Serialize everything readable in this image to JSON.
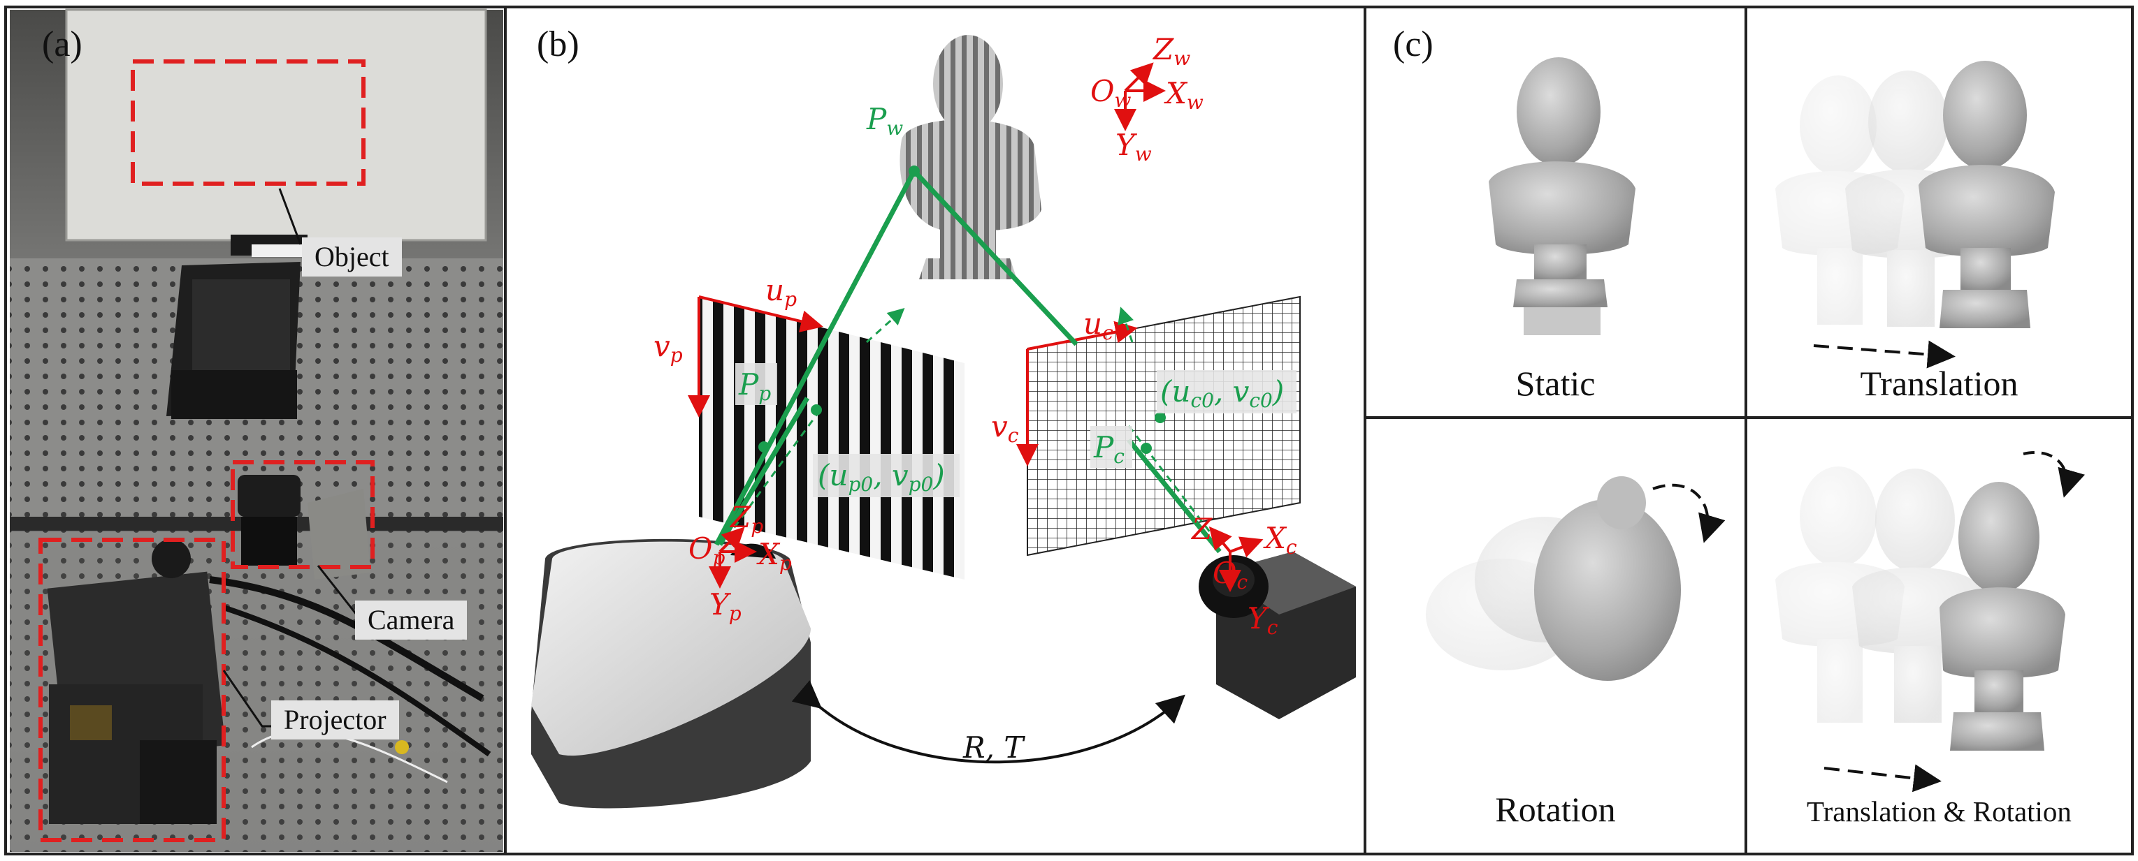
{
  "panels": {
    "a": {
      "label": "(a)",
      "callouts": {
        "object": "Object",
        "camera": "Camera",
        "projector": "Projector"
      }
    },
    "b": {
      "label": "(b)",
      "world_axes": {
        "origin": "O",
        "origin_sub": "w",
        "x": "X",
        "x_sub": "w",
        "y": "Y",
        "y_sub": "w",
        "z": "Z",
        "z_sub": "w"
      },
      "world_point": {
        "name": "P",
        "sub": "w"
      },
      "projector": {
        "u": "u",
        "u_sub": "p",
        "v": "v",
        "v_sub": "p",
        "point": "P",
        "point_sub": "p",
        "coord": "(u",
        "coord_sub0": "p0",
        "coord_mid": ", v",
        "coord_sub1": "p0",
        "coord_end": ")",
        "origin": "O",
        "origin_sub": "p",
        "x": "X",
        "x_sub": "p",
        "y": "Y",
        "y_sub": "p",
        "z": "Z",
        "z_sub": "p"
      },
      "camera": {
        "u": "u",
        "u_sub": "c",
        "v": "v",
        "v_sub": "c",
        "point": "P",
        "point_sub": "c",
        "coord": "(u",
        "coord_sub0": "c0",
        "coord_mid": ", v",
        "coord_sub1": "c0",
        "coord_end": ")",
        "origin": "O",
        "origin_sub": "c",
        "x": "X",
        "x_sub": "c",
        "y": "Y",
        "y_sub": "c",
        "z": "Z",
        "z_sub": "c"
      },
      "transform": "R, T"
    },
    "c": {
      "label": "(c)",
      "captions": [
        "Static",
        "Translation",
        "Rotation",
        "Translation & Rotation"
      ]
    }
  },
  "colors": {
    "axis_red": "#e01010",
    "ray_green": "#1a9e4e",
    "dash_red": "#e02020"
  }
}
